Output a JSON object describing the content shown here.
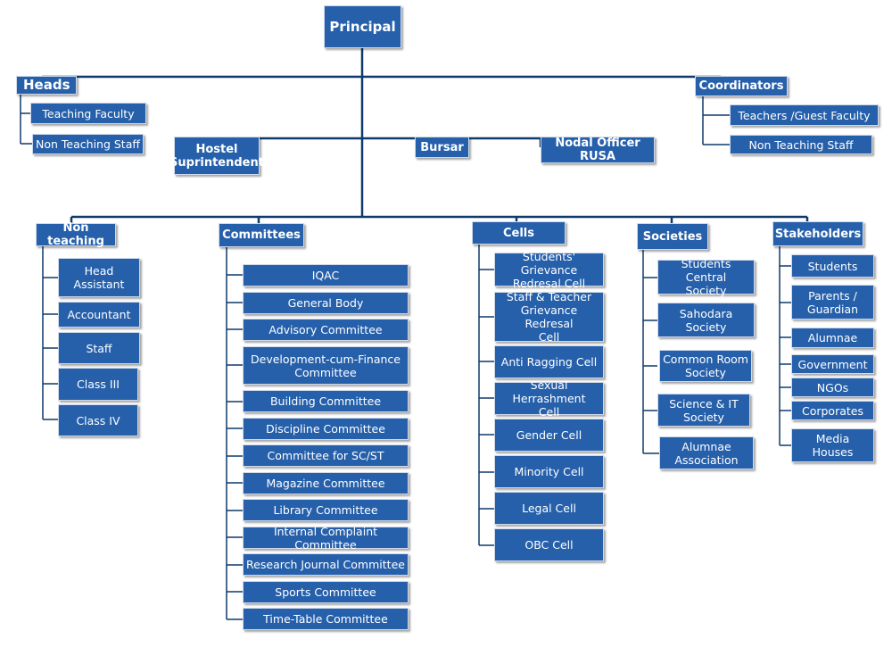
{
  "top": {
    "principal": "Principal",
    "heads": "Heads",
    "coordinators": "Coordinators",
    "hostel": "Hostel\nSuprintendent",
    "bursar": "Bursar",
    "nodal": "Nodal Officer RUSA"
  },
  "heads_items": [
    "Teaching Faculty",
    "Non Teaching Staff"
  ],
  "coordinators_items": [
    "Teachers /Guest  Faculty",
    "Non Teaching Staff"
  ],
  "columns": {
    "non_teaching": {
      "title": "Non teaching",
      "items": [
        "Head Assistant",
        "Accountant",
        "Staff",
        "Class III",
        "Class IV"
      ]
    },
    "committees": {
      "title": "Committees",
      "items": [
        "IQAC",
        "General Body",
        "Advisory Committee",
        "Development-cum-Finance\nCommittee",
        "Building Committee",
        "Discipline Committee",
        "Committee for SC/ST",
        "Magazine Committee",
        "Library Committee",
        "Internal Complaint Committee",
        "Research Journal Committee",
        "Sports Committee",
        "Time-Table Committee"
      ]
    },
    "cells": {
      "title": "Cells",
      "items": [
        "Students' Grievance\nRedresal Cell",
        "Staff & Teacher\nGrievance  Redresal\nCell",
        "Anti Ragging Cell",
        "Sexual Herrashment\nCell",
        "Gender Cell",
        "Minority Cell",
        "Legal Cell",
        "OBC Cell"
      ]
    },
    "societies": {
      "title": "Societies",
      "items": [
        "Students Central\nSociety",
        "Sahodara Society",
        "Common Room\nSociety",
        "Science & IT\nSociety",
        "Alumnae\nAssociation"
      ]
    },
    "stakeholders": {
      "title": "Stakeholders",
      "items": [
        "Students",
        "Parents /\nGuardian",
        "Alumnae",
        "Government",
        "NGOs",
        "Corporates",
        "Media\nHouses"
      ]
    }
  },
  "colors": {
    "box": "#2660ab",
    "line": "#0f3a6b"
  }
}
